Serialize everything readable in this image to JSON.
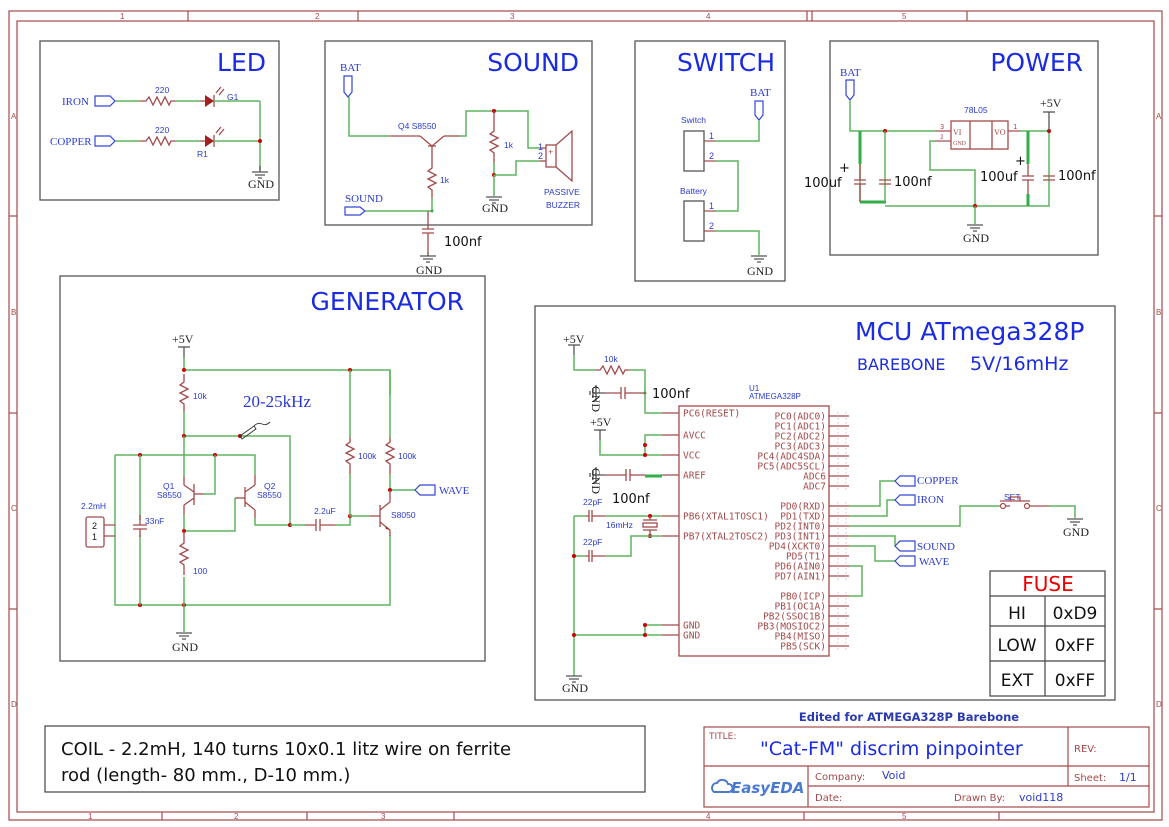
{
  "frame": {
    "columns": [
      "1",
      "2",
      "3",
      "4",
      "5"
    ],
    "rows": [
      "A",
      "B",
      "C",
      "D"
    ]
  },
  "led": {
    "title": "LED",
    "nets": [
      "IRON",
      "COPPER"
    ],
    "resistors": [
      "220",
      "220"
    ],
    "leds": [
      "G1",
      "R1"
    ],
    "gnd": "GND"
  },
  "sound": {
    "title": "SOUND",
    "bat": "BAT",
    "transistor": "Q4  S8550",
    "r_base": "1k",
    "r_buzzer": "1k",
    "input": "SOUND",
    "buzzer_pins": [
      "1",
      "2"
    ],
    "buzzer_label_1": "PASSIVE",
    "buzzer_label_2": "BUZZER",
    "gnd": "GND",
    "cap": "100nf",
    "cap_gnd": "GND"
  },
  "switch": {
    "title": "SWITCH",
    "bat": "BAT",
    "connectors": [
      {
        "name": "Switch",
        "pins": [
          "1",
          "2"
        ]
      },
      {
        "name": "Battery",
        "pins": [
          "1",
          "2"
        ]
      }
    ],
    "gnd": "GND"
  },
  "power": {
    "title": "POWER",
    "bat": "BAT",
    "regulator": "78L05",
    "reg_pins": {
      "vi": "VI",
      "gnd": "GND",
      "vo": "VO",
      "p3": "3",
      "p2": "2",
      "p1": "1"
    },
    "vout": "+5V",
    "caps": [
      "100uf",
      "100nf",
      "100uf",
      "100nf"
    ],
    "plus": "+",
    "gnd": "GND"
  },
  "generator": {
    "title": "GENERATOR",
    "vcc": "+5V",
    "r_top": "10k",
    "freq_note": "20-25kHz",
    "q1": [
      "Q1",
      "S8550"
    ],
    "q2": [
      "Q2",
      "S8550"
    ],
    "coil": "2.2mH",
    "coil_pins": [
      "2",
      "1"
    ],
    "cap_tank": "33nF",
    "r_emitter": "100",
    "cap_coupling": "2.2uF",
    "r_bias_1": "100k",
    "r_bias_2": "100k",
    "q3": "S8050",
    "output": "WAVE",
    "gnd": "GND"
  },
  "mcu": {
    "title": "MCU ATmega328P",
    "subtitle_1": "BAREBONE",
    "subtitle_2": "5V/16mHz",
    "vcc_1": "+5V",
    "vcc_2": "+5V",
    "r_reset": "10k",
    "cap_reset": "100nf",
    "cap_aref": "100nf",
    "crystal": "16mHz",
    "cap_x1": "22pF",
    "cap_x2": "22pF",
    "gnd_labels": [
      "GND",
      "GND",
      "GND"
    ],
    "chip_ref": "U1",
    "chip_name": "ATMEGA328P",
    "left_pins": [
      "PC6(RESET)",
      "AVCC",
      "VCC",
      "AREF",
      "PB6(XTAL1TOSC1)",
      "PB7(XTAL2TOSC2)",
      "GND",
      "GND"
    ],
    "right_pins": [
      "PC0(ADC0)",
      "PC1(ADC1)",
      "PC2(ADC2)",
      "PC3(ADC3)",
      "PC4(ADC4SDA)",
      "PC5(ADC5SCL)",
      "ADC6",
      "ADC7",
      "PD0(RXD)",
      "PD1(TXD)",
      "PD2(INT0)",
      "PD3(INT1)",
      "PD4(XCKT0)",
      "PD5(T1)",
      "PD6(AIN0)",
      "PD7(AIN1)",
      "PB0(ICP)",
      "PB1(OC1A)",
      "PB2(SSOC1B)",
      "PB3(MOSIOC2)",
      "PB4(MISO)",
      "PB5(SCK)"
    ],
    "nets_out": [
      "COPPER",
      "IRON",
      "SOUND",
      "WAVE"
    ],
    "button": "SET",
    "button_gnd": "GND"
  },
  "fuse": {
    "title": "FUSE",
    "rows": [
      {
        "name": "HI",
        "value": "0xD9"
      },
      {
        "name": "LOW",
        "value": "0xFF"
      },
      {
        "name": "EXT",
        "value": "0xFF"
      }
    ]
  },
  "note": {
    "line1": "COIL - 2.2mH, 140 turns 10x0.1 litz wire on ferrite",
    "line2": "rod (length- 80 mm., D-10 mm.)"
  },
  "titleblock": {
    "edited": "Edited for ATMEGA328P Barebone",
    "title_label": "TITLE:",
    "title": "\"Cat-FM\" discrim pinpointer",
    "rev_label": "REV:",
    "logo": "EasyEDA",
    "company_label": "Company:",
    "company": "Void",
    "sheet_label": "Sheet:",
    "sheet": "1/1",
    "date_label": "Date:",
    "drawn_label": "Drawn By:",
    "drawn": "void118"
  }
}
